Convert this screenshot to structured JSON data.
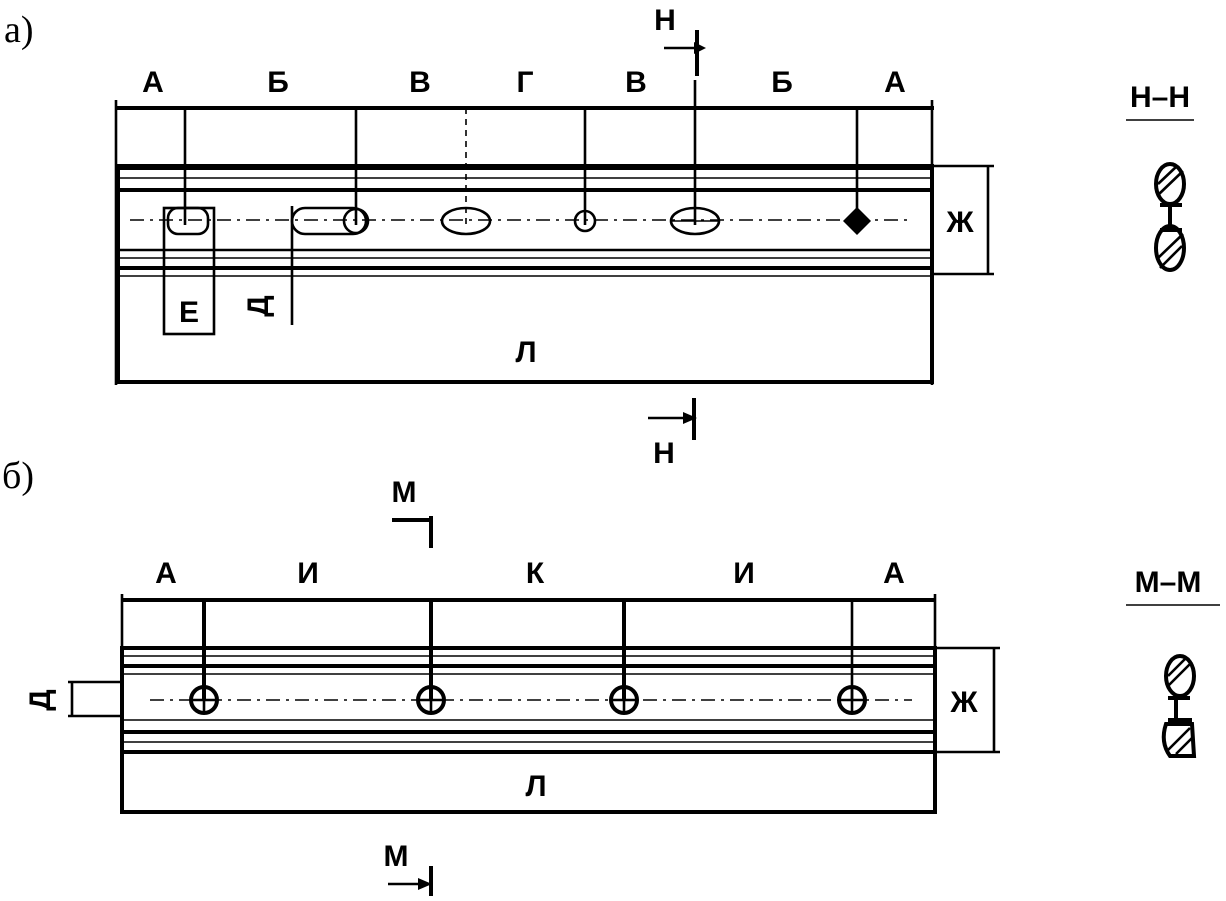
{
  "views": {
    "a": {
      "view_label": "а)",
      "dims_top": [
        "А",
        "Б",
        "В",
        "Г",
        "В",
        "Б",
        "А"
      ],
      "dim_E": "Е",
      "dim_D": "Д",
      "dim_L": "Л",
      "dim_Zh": "Ж",
      "cut_top": "Н",
      "cut_bottom": "Н",
      "section_title": "Н–Н"
    },
    "b": {
      "view_label": "б)",
      "dims_top": [
        "А",
        "И",
        "К",
        "И",
        "А"
      ],
      "dim_D": "Д",
      "dim_L": "Л",
      "dim_Zh": "Ж",
      "cut_top": "М",
      "cut_bottom": "М",
      "section_title": "М–М"
    }
  }
}
